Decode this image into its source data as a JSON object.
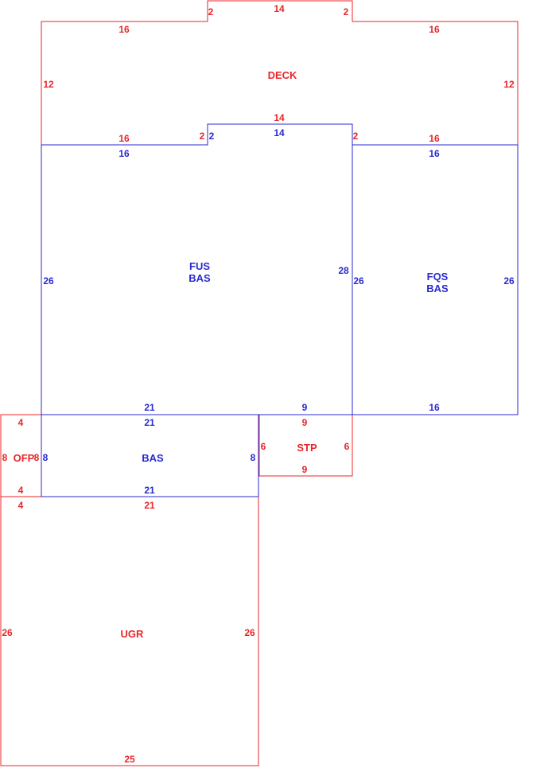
{
  "colors": {
    "red": "#e8262a",
    "blue": "#2a2ad0",
    "background": "#ffffff"
  },
  "areas": {
    "deck": {
      "label": "DECK",
      "dims": {
        "top_step_left": "2",
        "top_step_center": "14",
        "top_step_right": "2",
        "top_left": "16",
        "top_right": "16",
        "side_left": "12",
        "side_right": "12",
        "bottom_left": "16",
        "bottom_step_left": "2",
        "bottom_step_center": "14",
        "bottom_step_right": "2",
        "bottom_right": "16"
      }
    },
    "fus_bas": {
      "label_line1": "FUS",
      "label_line2": "BAS",
      "dims": {
        "top_left": "16",
        "top_step_left": "2",
        "top_center": "14",
        "right": "28",
        "left": "26",
        "bottom_left": "21",
        "bottom_right": "9"
      }
    },
    "fqs_bas": {
      "label_line1": "FQS",
      "label_line2": "BAS",
      "dims": {
        "top": "16",
        "left": "26",
        "right": "26",
        "bottom": "16"
      }
    },
    "bas": {
      "label": "BAS",
      "dims": {
        "top": "21",
        "left": "8",
        "right": "8",
        "bottom": "21"
      }
    },
    "ofp": {
      "label": "OFP",
      "dims": {
        "top": "4",
        "left": "8",
        "right": "8",
        "bottom": "4"
      }
    },
    "stp": {
      "label": "STP",
      "dims": {
        "top": "9",
        "left": "6",
        "right": "6",
        "bottom": "9"
      }
    },
    "ugr": {
      "label": "UGR",
      "dims": {
        "top_left": "4",
        "top": "21",
        "left": "26",
        "right": "26",
        "bottom": "25"
      }
    }
  }
}
